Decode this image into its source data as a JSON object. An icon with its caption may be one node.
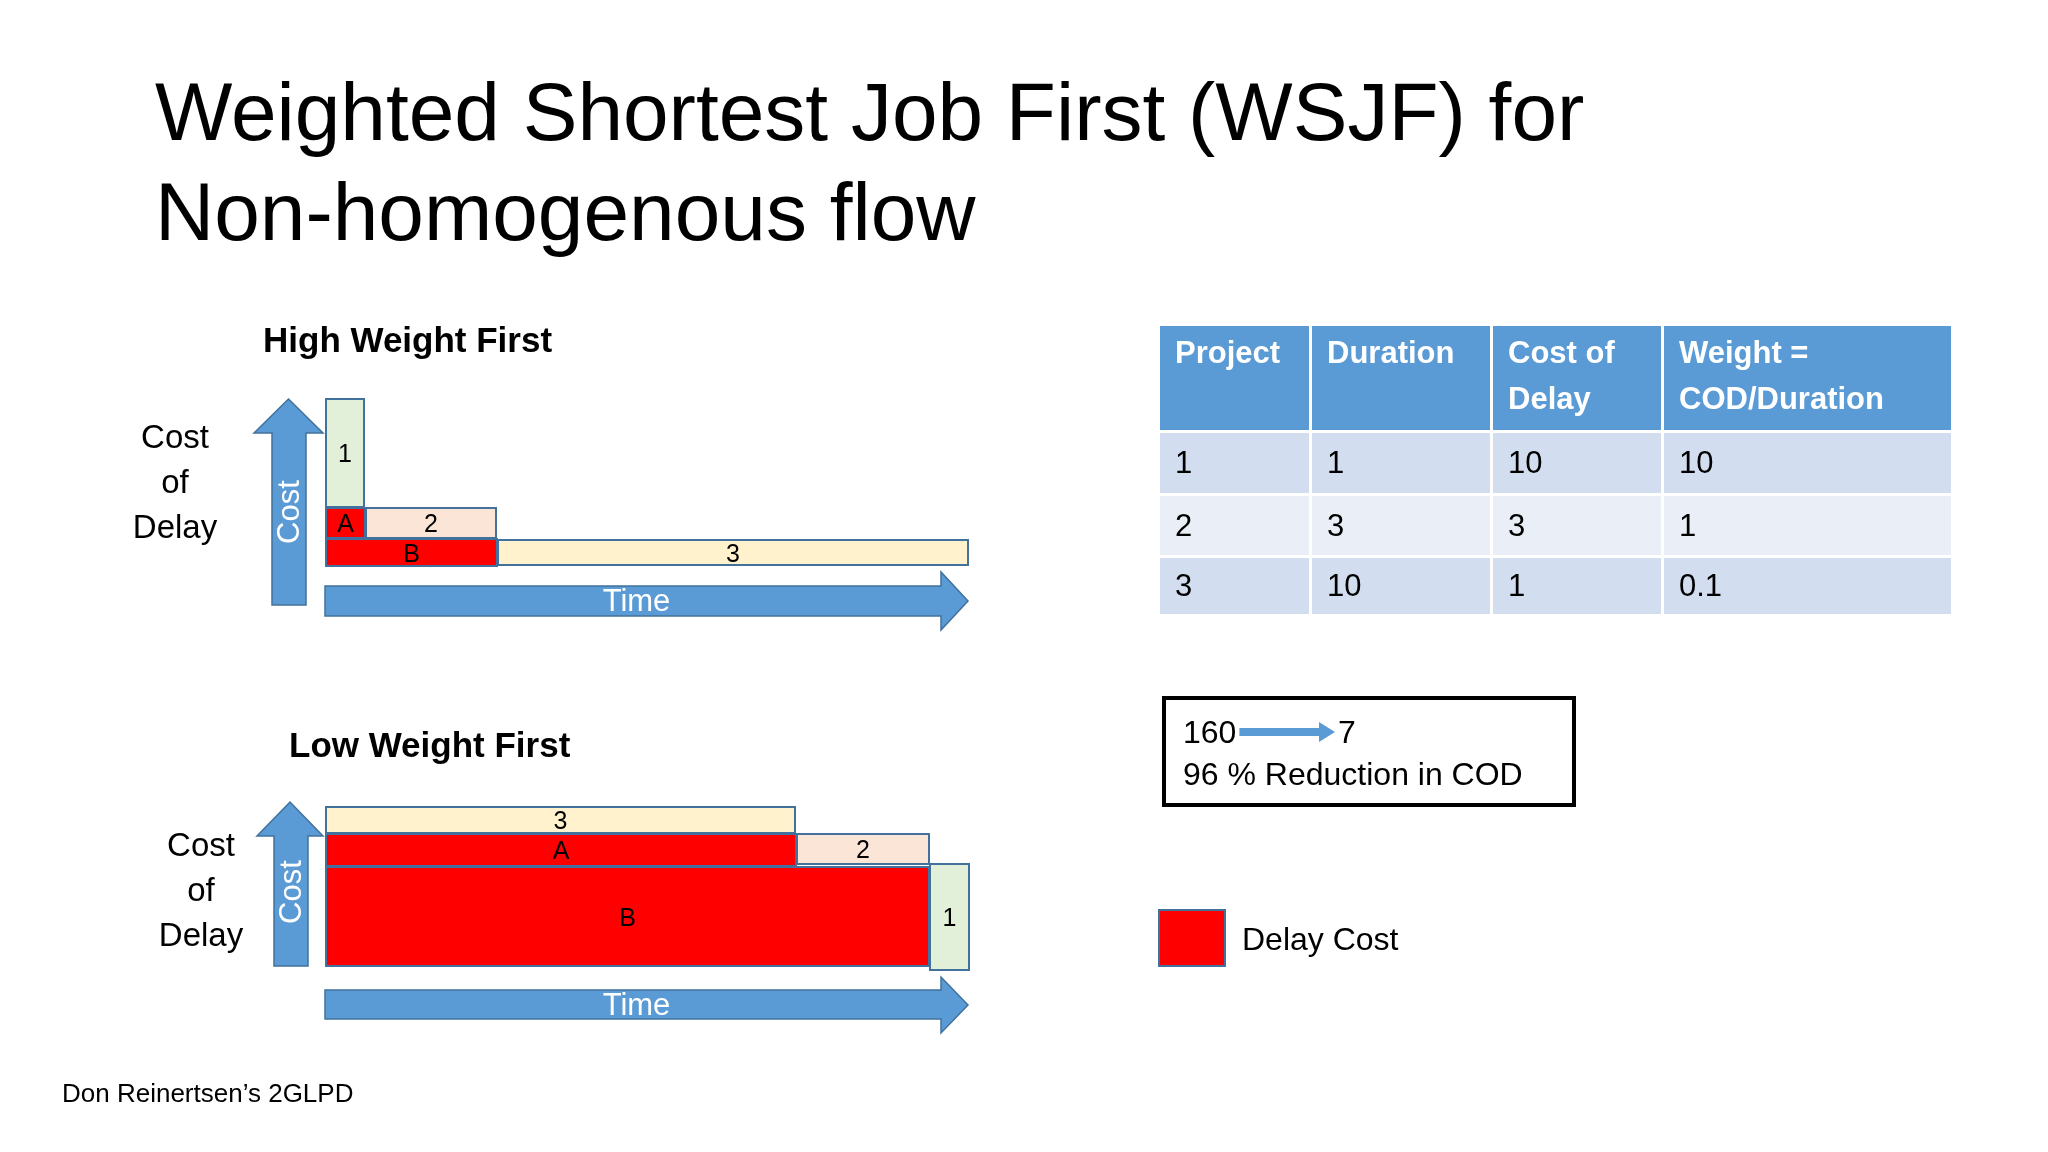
{
  "diagram": {
    "title": "Weighted Shortest Job First (WSJF) for Non-homogenous flow",
    "caption": "Don Reinertsen’s 2GLPD",
    "nodes": [
      {
        "text": [
          "Cost"
        ]
      },
      {
        "text": [
          "1"
        ]
      },
      {
        "text": [
          "A"
        ]
      },
      {
        "text": [
          "2"
        ]
      },
      {
        "text": [
          "B"
        ]
      },
      {
        "text": [
          "3"
        ]
      },
      {
        "text": [
          "Time"
        ]
      },
      {
        "text": [
          "Cost"
        ]
      },
      {
        "text": [
          "3"
        ]
      },
      {
        "text": [
          "A"
        ]
      },
      {
        "text": [
          "2"
        ]
      },
      {
        "text": [
          "B"
        ]
      },
      {
        "text": [
          "1"
        ]
      },
      {
        "text": [
          "Time"
        ]
      },
      {
        "text": [
          "96 % Reduction in COD"
        ]
      },
      {
        "text": [
          "160"
        ],
        "in": 14
      },
      {
        "text": [
          "7"
        ],
        "in": 14
      }
    ],
    "edges": [
      {
        "from": 15,
        "to": 16,
        "arrow": "to"
      }
    ],
    "labels": [
      "High Weight First",
      "Cost of Delay",
      "Project",
      "Duration",
      "Cost of Delay",
      "Weight = COD/Duration",
      "1",
      "1",
      "10",
      "10",
      "2",
      "3",
      "3",
      "1",
      "3",
      "10",
      "1",
      "0.1",
      "Low Weight First",
      "Cost of Delay"
    ],
    "legend": [
      {
        "text": "Delay Cost",
        "color": "#ff0000"
      }
    ]
  }
}
